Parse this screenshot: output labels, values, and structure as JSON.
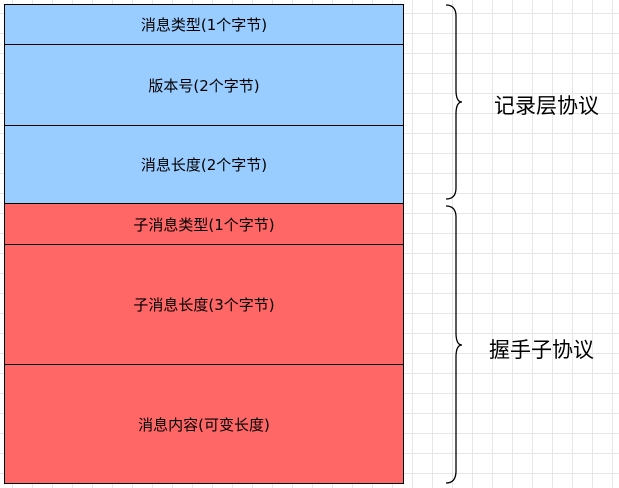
{
  "record_layer": {
    "label": "记录层协议",
    "color": "#99ccff",
    "fields": [
      {
        "label": "消息类型(1个字节)"
      },
      {
        "label": "版本号(2个字节)"
      },
      {
        "label": "消息长度(2个字节)"
      }
    ]
  },
  "handshake_layer": {
    "label": "握手子协议",
    "color": "#ff6666",
    "fields": [
      {
        "label": "子消息类型(1个字节)"
      },
      {
        "label": "子消息长度(3个字节)"
      },
      {
        "label": "消息内容(可变长度)"
      }
    ]
  }
}
